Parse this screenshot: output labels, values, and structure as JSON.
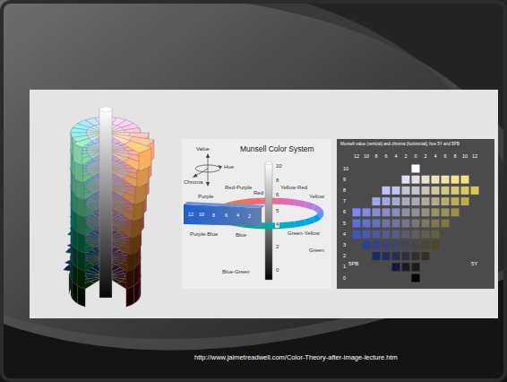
{
  "diagram": {
    "caption": "http://www.jaimetreadwell.com/Color-Theory-after-image-lecture.htm",
    "labels": [
      "Value",
      "Hue",
      "Chroma",
      "Munsell Color System",
      "10",
      "8",
      "6",
      "5",
      "4",
      "2",
      "0",
      "Red-Purple",
      "Red",
      "Yellow-Red",
      "Yellow",
      "Purple",
      "Green-Yellow",
      "Green",
      "Blue-Green",
      "Blue",
      "Purple-Blue",
      "12",
      "10",
      "8",
      "6",
      "4",
      "2",
      "Munsell value (vertical) and chroma (horizontal); hue 5Y and 5PB",
      "12",
      "10",
      "8",
      "6",
      "4",
      "2",
      "0",
      "2",
      "4",
      "6",
      "8",
      "10",
      "12",
      "10",
      "9",
      "8",
      "7",
      "6",
      "5",
      "4",
      "3",
      "2",
      "1",
      "0",
      "5PB",
      "5Y"
    ]
  }
}
